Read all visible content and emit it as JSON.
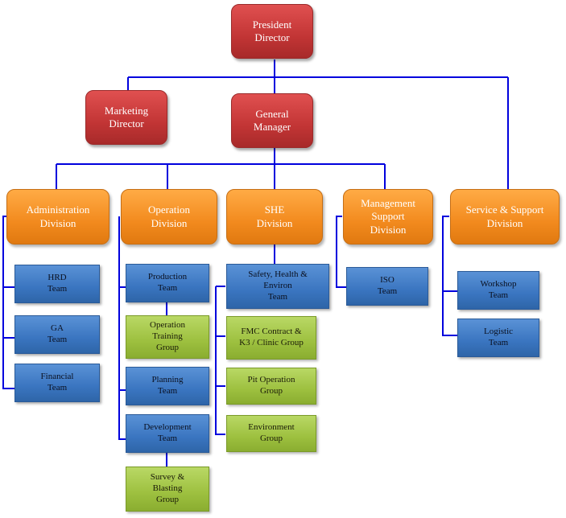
{
  "chart": {
    "top": {
      "president": "President\nDirector",
      "marketing": "Marketing\nDirector",
      "gm": "General\nManager"
    },
    "divisions": {
      "admin": "Administration\nDivision",
      "operation": "Operation\nDivision",
      "she": "SHE\nDivision",
      "mgmt": "Management\nSupport\nDivision",
      "service": "Service  & Support\nDivision"
    },
    "admin_units": [
      "HRD\nTeam",
      "GA\nTeam",
      "Financial\nTeam"
    ],
    "operation_units": [
      "Production\nTeam",
      "Operation\nTraining\nGroup",
      "Planning\nTeam",
      "Development\nTeam",
      "Survey &\nBlasting\nGroup"
    ],
    "she_units": [
      "Safety, Health &\nEnviron\nTeam",
      "FMC Contract  &\nK3 / Clinic Group",
      "Pit Operation\nGroup",
      "Environment\nGroup"
    ],
    "mgmt_units": [
      "ISO\nTeam"
    ],
    "service_units": [
      "Workshop\nTeam",
      "Logistic\nTeam"
    ]
  },
  "colors": {
    "connector": "#0000dd",
    "executive": "#c23535",
    "division": "#f28a1e",
    "team": "#3a75c0",
    "group": "#9dc03f"
  }
}
